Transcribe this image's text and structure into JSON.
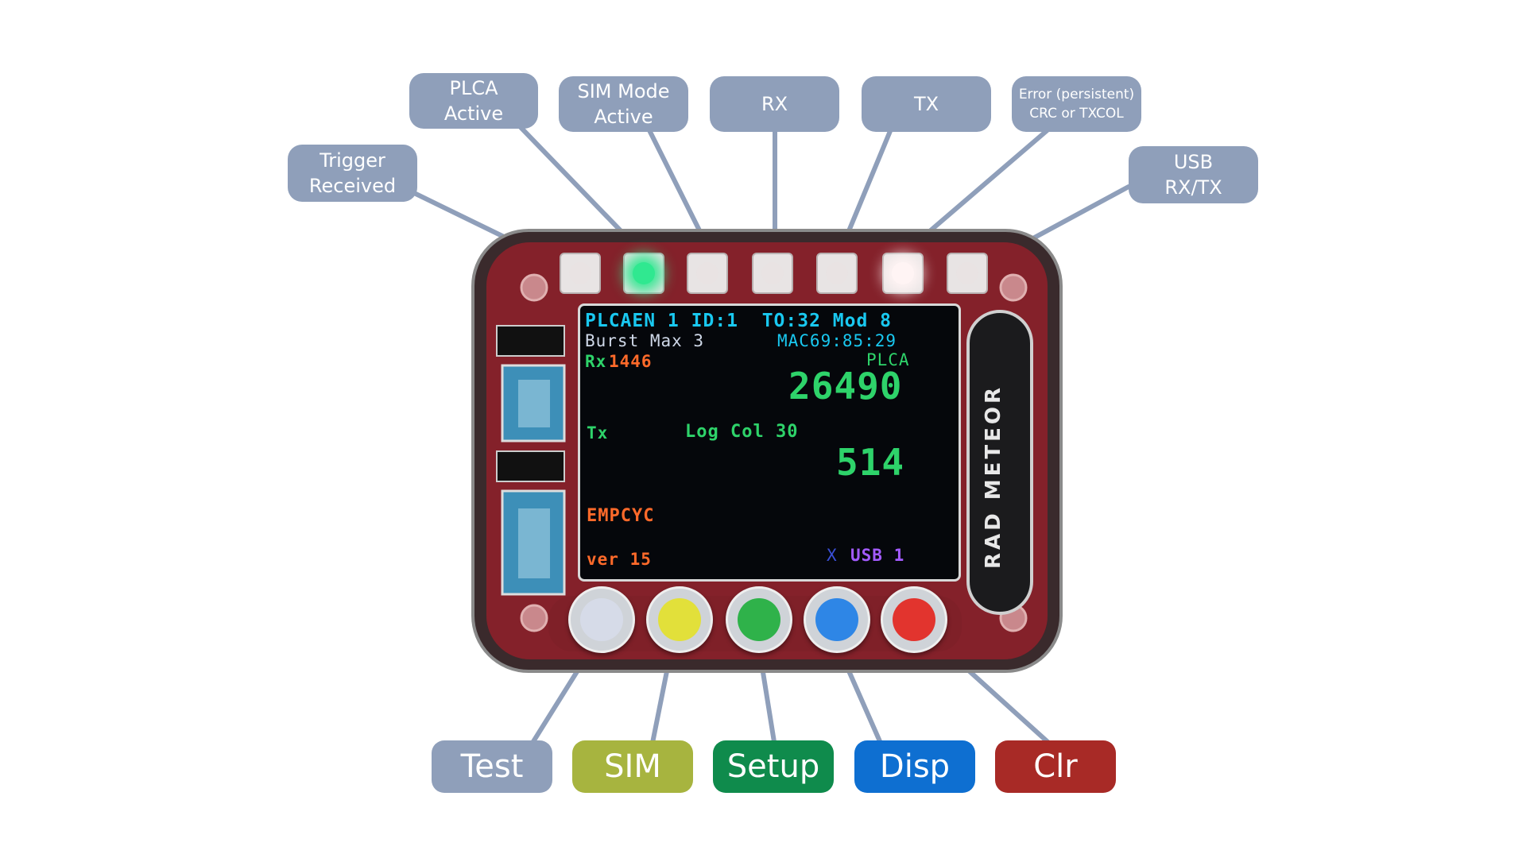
{
  "callouts": {
    "trigger": "Trigger\nReceived",
    "plca_active": "PLCA\nActive",
    "sim_mode_active": "SIM Mode\nActive",
    "rx": "RX",
    "tx": "TX",
    "error": "Error (persistent)\nCRC or TXCOL",
    "usb": "USB\nRX/TX"
  },
  "buttons": [
    {
      "label": "Test",
      "color": "#8f9fba"
    },
    {
      "label": "SIM",
      "color": "#a7b43f"
    },
    {
      "label": "Setup",
      "color": "#0f8b4c"
    },
    {
      "label": "Disp",
      "color": "#0e6fd1"
    },
    {
      "label": "Clr",
      "color": "#a82a26"
    }
  ],
  "leds": [
    {
      "name": "trigger-led",
      "color": "#e9e1e1",
      "lit": false
    },
    {
      "name": "plca-led",
      "color": "#30e890",
      "lit": true
    },
    {
      "name": "sim-led",
      "color": "#e9e1e1",
      "lit": false
    },
    {
      "name": "rx-led",
      "color": "#e9e1e1",
      "lit": false
    },
    {
      "name": "tx-led",
      "color": "#e9e1e1",
      "lit": false
    },
    {
      "name": "error-led",
      "color": "#fff4f4",
      "lit": true
    },
    {
      "name": "usb-led",
      "color": "#e9e1e1",
      "lit": false
    }
  ],
  "screen": {
    "line1": "PLCAEN 1 ID:1  TO:32 Mod 8",
    "burst": "Burst Max 3",
    "mac": "MAC69:85:29",
    "rx_label": "Rx",
    "rx_count": "1446",
    "plca_label": "PLCA",
    "plca_value": "26490",
    "tx_label": "Tx",
    "log_col": "Log Col 30",
    "tx_value": "514",
    "empcyc": "EMPCYC",
    "ver": "ver 15",
    "x_mark": "X",
    "usb": "USB 1"
  },
  "brand": "RAD METEOR",
  "colors": {
    "callout": "#8f9fba",
    "connector": "#8f9fba",
    "screen_cyan": "#19c8f0",
    "screen_green": "#2ed36a",
    "screen_orange": "#ff6a2a",
    "screen_purple": "#a35bff"
  }
}
